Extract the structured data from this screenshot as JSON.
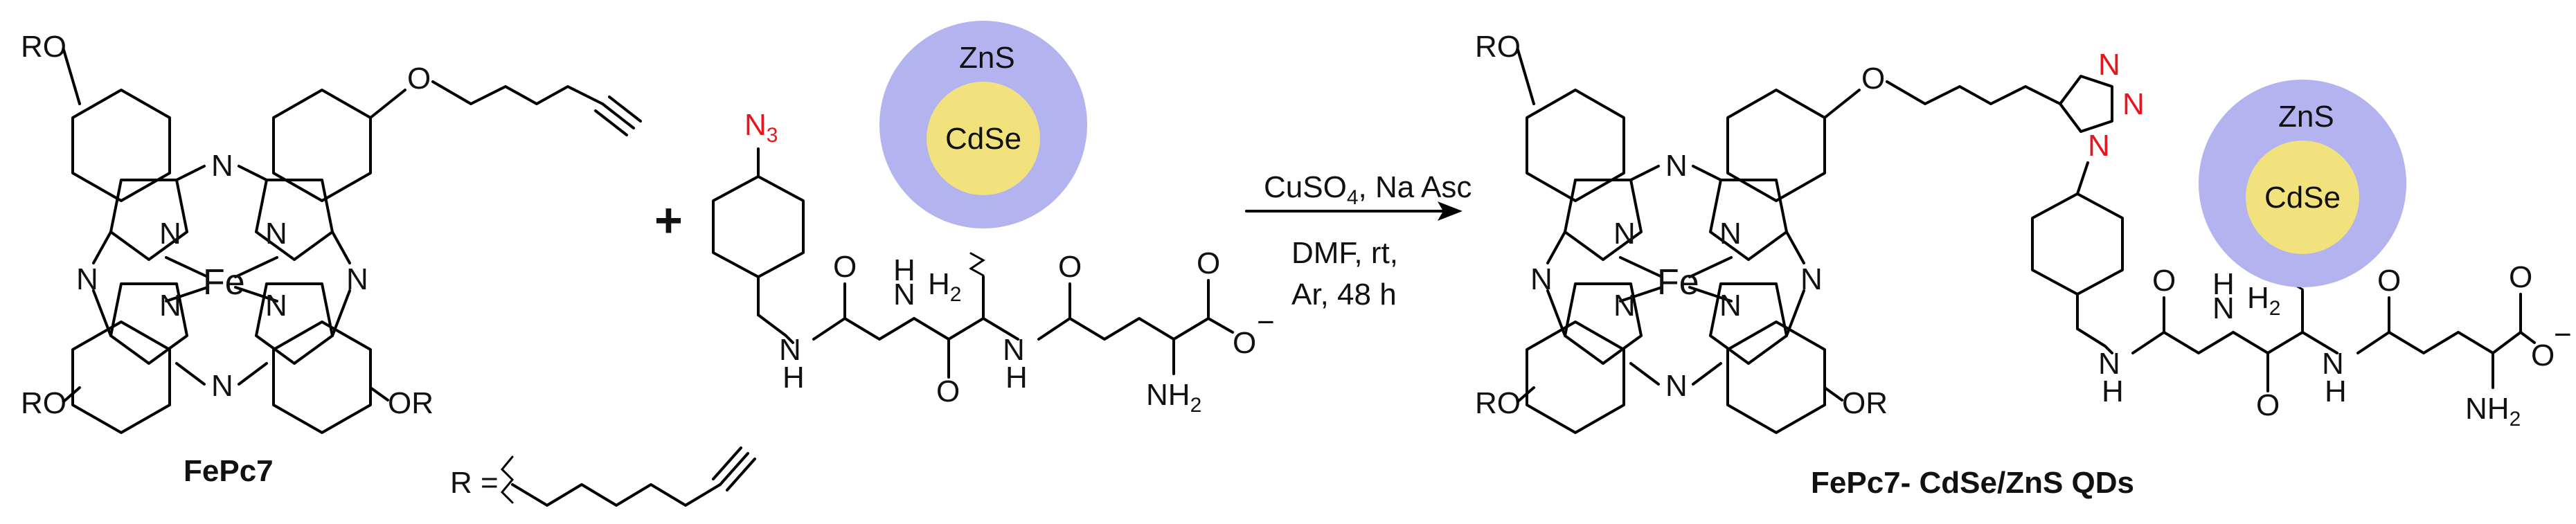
{
  "reactant_macrocycle": {
    "name": "FePc7",
    "metal": "Fe",
    "aza": "N",
    "substituent": "RO",
    "substituent_right": "OR",
    "ether_o": "O"
  },
  "plus": "+",
  "r_group": {
    "label": "R ="
  },
  "reactant_qd": {
    "azide": "N",
    "azide_sub": "3",
    "nh": "H",
    "n": "N",
    "ch2": "H",
    "ch2_sub": "2",
    "carbonyl_o": "O",
    "carboxylate_o": "O",
    "charge": "−",
    "amine": "NH",
    "amine_sub": "2",
    "shell": "ZnS",
    "core": "CdSe"
  },
  "conditions": {
    "reagent_1": "CuSO",
    "reagent_1_sub": "4",
    "reagent_1_rest": ", Na Asc",
    "line_2": "DMF, rt,",
    "line_3": "Ar, 48 h"
  },
  "product": {
    "name": "FePc7- CdSe/ZnS QDs",
    "triazole_n": "N",
    "shell": "ZnS",
    "core": "CdSe"
  },
  "colors": {
    "shell": "#b3b3ef",
    "core": "#f2e27e",
    "azide": "#e8141e",
    "bond": "#000000"
  }
}
